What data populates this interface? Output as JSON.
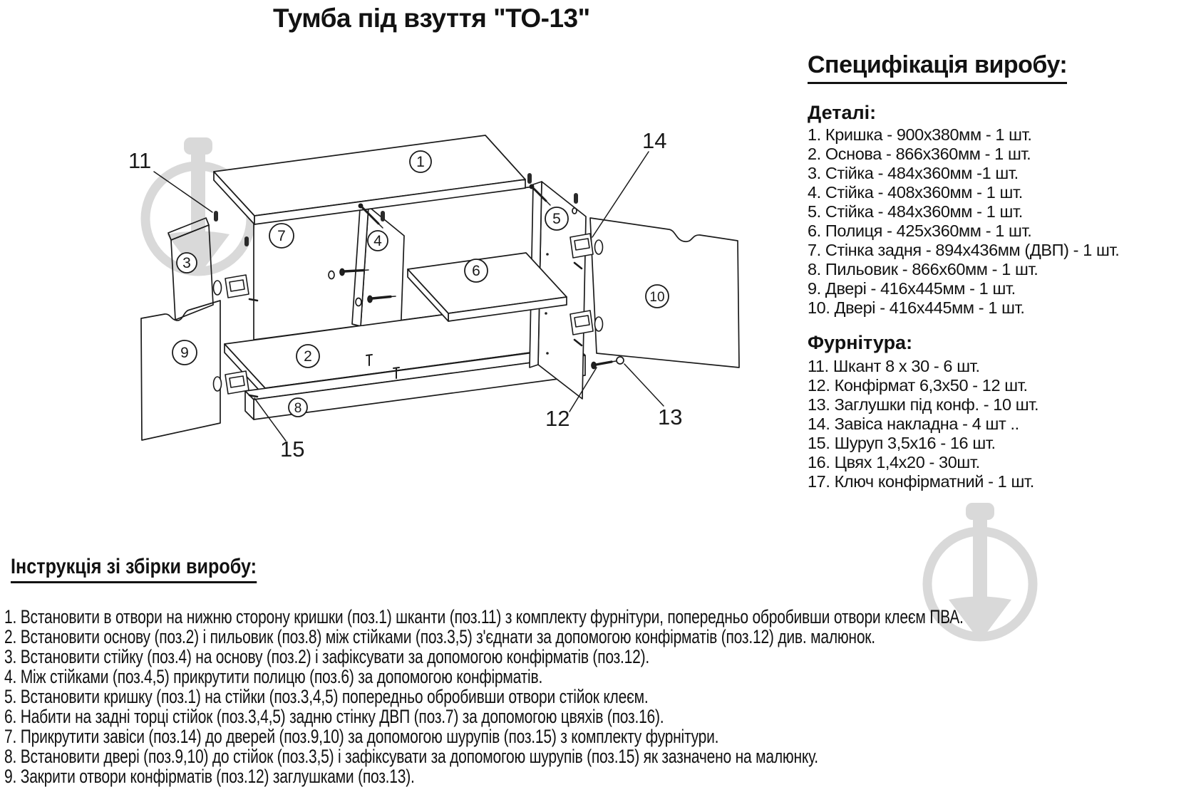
{
  "title": "Тумба під взуття \"ТО-13\"",
  "spec": {
    "heading": "Специфікація виробу:",
    "details_heading": "Деталі:",
    "details": [
      "1. Кришка - 900х380мм - 1 шт.",
      "2. Основа - 866х360мм - 1 шт.",
      "3. Стійка - 484х360мм -1 шт.",
      "4. Стійка - 408х360мм - 1 шт.",
      "5. Стійка - 484х360мм - 1 шт.",
      "6. Полиця - 425х360мм - 1 шт.",
      "7. Стінка задня - 894х436мм (ДВП) - 1 шт.",
      "8. Пильовик - 866х60мм - 1 шт.",
      "9. Двері - 416х445мм - 1 шт.",
      "10. Двері - 416х445мм - 1 шт."
    ],
    "hardware_heading": "Фурнітура:",
    "hardware": [
      "11. Шкант 8 х 30 - 6 шт.",
      "12. Конфірмат 6,3х50 - 12 шт.",
      "13. Заглушки під конф. - 10 шт.",
      "14. Завіса накладна - 4 шт ..",
      "15. Шуруп 3,5х16 - 16 шт.",
      "16. Цвях 1,4х20 - 30шт.",
      "17. Ключ конфірматний - 1 шт."
    ]
  },
  "assembly": {
    "heading": "Інструкція зі збірки виробу:",
    "steps": [
      "1. Встановити в отвори на нижню сторону кришки (поз.1) шканти (поз.11) з комплекту фурнітури, попередньо обробивши отвори клеєм ПВА.",
      "2. Встановити основу (поз.2) і пильовик (поз.8) між стійками (поз.3,5) з'єднати за допомогою конфірматів (поз.12) див. малюнок.",
      "3. Встановити стійку (поз.4) на основу (поз.2) і зафіксувати за допомогою конфірматів (поз.12).",
      "4. Між стійками (поз.4,5) прикрутити полицю (поз.6) за допомогою конфірматів.",
      "5. Встановити кришку (поз.1) на стійки (поз.3,4,5) попередньо обробивши отвори стійок клеєм.",
      "6. Набити на задні торці стійок (поз.3,4,5) задню стінку ДВП (поз.7) за допомогою цвяхів (поз.16).",
      "7. Прикрутити завіси (поз.14) до дверей (поз.9,10) за допомогою шурупів (поз.15) з комплекту фурнітури.",
      "8. Встановити двері (поз.9,10) до стійок (поз.3,5) і зафіксувати за допомогою шурупів (поз.15) як зазначено на малюнку.",
      "9. Закрити отвори конфірматів (поз.12) заглушками (поз.13)."
    ]
  },
  "diagram": {
    "labels": {
      "p1": "1",
      "p2": "2",
      "p3": "3",
      "p4": "4",
      "p5": "5",
      "p6": "6",
      "p7": "7",
      "p8": "8",
      "p9": "9",
      "p10": "10",
      "p11": "11",
      "p12": "12",
      "p13": "13",
      "p14": "14",
      "p15": "15"
    }
  },
  "watermark": {
    "color": "#d9d9d9"
  }
}
